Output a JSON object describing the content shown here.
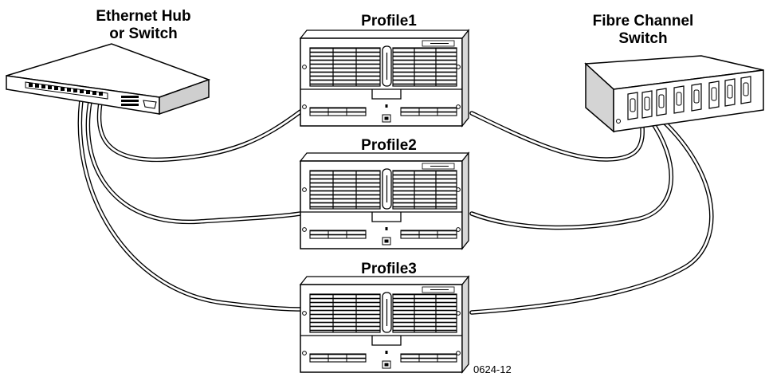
{
  "labels": {
    "ethernet_line1": "Ethernet Hub",
    "ethernet_line2": "or Switch",
    "fibre_line1": "Fibre Channel",
    "fibre_line2": "Switch",
    "profile1": "Profile1",
    "profile2": "Profile2",
    "profile3": "Profile3",
    "figure_id": "0624-12"
  },
  "devices": [
    {
      "name": "ethernet-hub-or-switch",
      "kind": "network-hub"
    },
    {
      "name": "profile1",
      "kind": "video-server"
    },
    {
      "name": "profile2",
      "kind": "video-server"
    },
    {
      "name": "profile3",
      "kind": "video-server"
    },
    {
      "name": "fibre-channel-switch",
      "kind": "fibre-switch"
    }
  ],
  "connections": [
    {
      "from": "ethernet-hub-or-switch",
      "to": "profile1",
      "type": "ethernet"
    },
    {
      "from": "ethernet-hub-or-switch",
      "to": "profile2",
      "type": "ethernet"
    },
    {
      "from": "ethernet-hub-or-switch",
      "to": "profile3",
      "type": "ethernet"
    },
    {
      "from": "fibre-channel-switch",
      "to": "profile1",
      "type": "fibre-channel"
    },
    {
      "from": "fibre-channel-switch",
      "to": "profile2",
      "type": "fibre-channel"
    },
    {
      "from": "fibre-channel-switch",
      "to": "profile3",
      "type": "fibre-channel"
    }
  ]
}
